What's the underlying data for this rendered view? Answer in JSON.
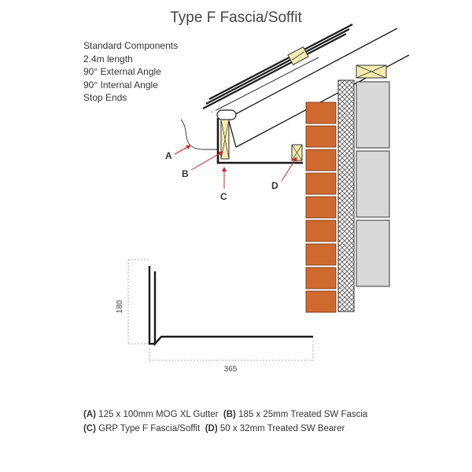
{
  "title": "Type F Fascia/Soffit",
  "components": {
    "heading": "Standard Components",
    "items": [
      "2.4m length",
      "90° External Angle",
      "90° Internal Angle",
      "Stop Ends"
    ]
  },
  "callouts": {
    "a": "A",
    "b": "B",
    "c": "C",
    "d": "D"
  },
  "dimensions": {
    "height": "180",
    "width": "365"
  },
  "legend": [
    [
      {
        "code": "(A)",
        "text": "125 x 100mm MOG XL Gutter"
      },
      {
        "code": "(B)",
        "text": "185 x 25mm Treated SW Fascia"
      }
    ],
    [
      {
        "code": "(C)",
        "text": "GRP Type F Fascia/Soffit"
      },
      {
        "code": "(D)",
        "text": "50 x 32mm Treated SW Bearer"
      }
    ]
  ],
  "colors": {
    "brick": "#cf6a2e",
    "block": "#d9d9d9",
    "timber": "#f3ecb0",
    "arrow": "#d1232a",
    "line": "#1a1a1a"
  }
}
